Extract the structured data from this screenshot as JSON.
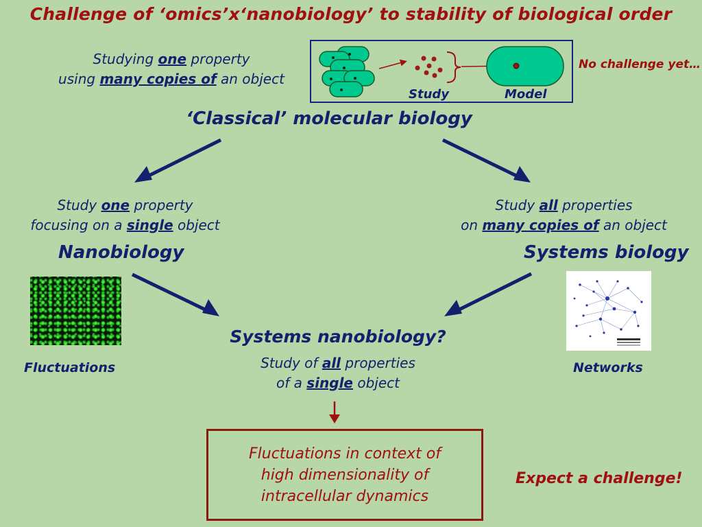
{
  "title": "Challenge of ‘omics’x‘nanobiology’ to stability of biological order",
  "classical": {
    "line1_pre": "Studying ",
    "line1_em": "one",
    "line1_post": " property",
    "line2_pre": "using ",
    "line2_em": "many copies of",
    "line2_post": " an object",
    "heading": "‘Classical’ molecular biology",
    "study_label": "Study",
    "model_label": "Model",
    "no_challenge": "No challenge yet…"
  },
  "nano": {
    "line1_pre": "Study ",
    "line1_em": "one",
    "line1_post": " property",
    "line2_pre": "focusing on a ",
    "line2_em": "single",
    "line2_post": " object",
    "heading": "Nanobiology",
    "image_label": "Fluctuations"
  },
  "systems": {
    "line1_pre": "Study ",
    "line1_em": "all",
    "line1_post": " properties",
    "line2_pre": "on ",
    "line2_em": "many copies of",
    "line2_post": " an object",
    "heading": "Systems biology",
    "image_label": "Networks"
  },
  "sysnano": {
    "heading": "Systems nanobiology?",
    "line1_pre": "Study of ",
    "line1_em": "all",
    "line1_post": " properties",
    "line2_pre": "of a ",
    "line2_em": "single",
    "line2_post": " object"
  },
  "conclusion": {
    "line1": "Fluctuations in context of",
    "line2": "high dimensionality of",
    "line3": "intracellular dynamics",
    "expect": "Expect a challenge!"
  },
  "colors": {
    "background": "#b8d7a8",
    "navy": "#14206e",
    "red": "#a01010",
    "cell_fill": "#00c990"
  }
}
